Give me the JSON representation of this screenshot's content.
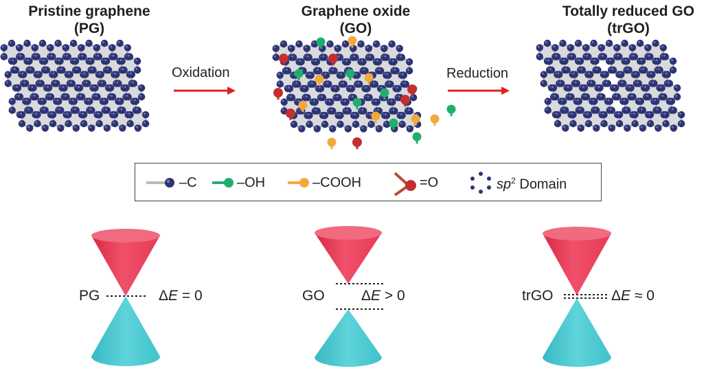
{
  "panels": [
    {
      "title_line1": "Pristine graphene",
      "title_line2": "(PG)"
    },
    {
      "title_line1": "Graphene oxide",
      "title_line2": "(GO)"
    },
    {
      "title_line1": "Totally reduced GO",
      "title_line2": "(trGO)"
    }
  ],
  "arrows": [
    {
      "label": "Oxidation"
    },
    {
      "label": "Reduction"
    }
  ],
  "legend": {
    "carbon": "–C",
    "hydroxyl": "–OH",
    "carboxyl": "–COOH",
    "carbonyl": "=O",
    "sp2_prefix": "sp",
    "sp2_sup": "2",
    "sp2_suffix": " Domain"
  },
  "cones": [
    {
      "name": "PG",
      "delta_prefix": "Δ",
      "delta_var": "E",
      "delta_rel": " = 0"
    },
    {
      "name": "GO",
      "delta_prefix": "Δ",
      "delta_var": "E",
      "delta_rel": " > 0"
    },
    {
      "name": "trGO",
      "delta_prefix": "Δ",
      "delta_var": "E",
      "delta_rel": " ≈ 0"
    }
  ],
  "colors": {
    "carbon": "#2c3472",
    "bond": "#b9b9b9",
    "sheet": "#d9dadd",
    "hydroxyl": "#1fae6e",
    "carboxyl": "#f2a93b",
    "carbonyl": "#c42f2f",
    "arrow": "#e02020",
    "conduction_cone": "#e8364d",
    "valence_cone": "#3cc3cc"
  }
}
